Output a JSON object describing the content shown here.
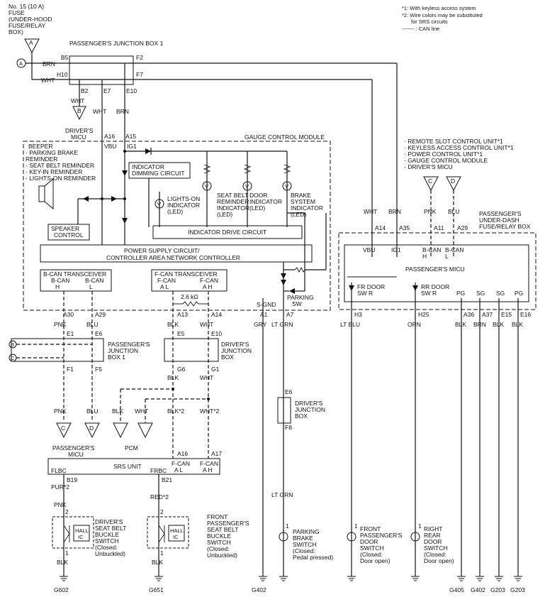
{
  "notes": {
    "n1": "*1: With keyless access system",
    "n2a": "*2: Wire colors may be substituted",
    "n2b": "for SRS circuits",
    "can": "------- : CAN line"
  },
  "fuse": {
    "l1": "No. 15 (10 A)",
    "l2": "FUSE",
    "l3": "(UNDER-HOOD",
    "l4": "FUSE/RELAY",
    "l5": "BOX)"
  },
  "connectors": {
    "A": "A",
    "B": "B",
    "C": "C",
    "D": "D"
  },
  "pjb1_top": {
    "title": "PASSENGER'S JUNCTION BOX 1",
    "b5": "B5",
    "f2": "F2",
    "h10": "H10",
    "f7": "F7",
    "b2": "B2",
    "e7": "E7",
    "e10": "E10"
  },
  "wires": {
    "brn": "BRN",
    "wht": "WHT",
    "pnk": "PNK",
    "blu": "BLU",
    "blk": "BLK",
    "gry": "GRY",
    "ltgrn": "LT GRN",
    "ltblu": "LT BLU",
    "orn": "ORN",
    "blk2": "BLK*2",
    "wht2": "WHT*2",
    "pur2": "PUR*2",
    "red2": "RED*2"
  },
  "driver_micu": {
    "l1": "DRIVER'S",
    "l2": "MICU"
  },
  "gcm": {
    "title": "GAUGE CONTROL MODULE",
    "a16": "A16",
    "vbu": "VBU",
    "a15": "A15",
    "ig1": "IG1",
    "beeper": [
      "BEEPER",
      "· PARKING BRAKE",
      "  REMINDER",
      "· SEAT BELT REMINDER",
      "· KEY-IN REMINDER",
      "· LIGHTS-ON REMINDER"
    ],
    "dimming": [
      "INDICATOR",
      "DIMMING CIRCUIT"
    ],
    "lights_on": [
      "LIGHTS-ON",
      "INDICATOR",
      "(LED)"
    ],
    "seat_belt": [
      "SEAT BELT",
      "REMINDER",
      "INDICATOR",
      "(LED)"
    ],
    "door": [
      "DOOR",
      "INDICATOR",
      "(LED)"
    ],
    "brake": [
      "BRAKE",
      "SYSTEM",
      "INDICATOR",
      "(LED)"
    ],
    "speaker": [
      "SPEAKER",
      "CONTROL"
    ],
    "drive": "INDICATOR DRIVE CIRCUIT",
    "psc1": "POWER SUPPLY CIRCUIT/",
    "psc2": "CONTROLLER AREA NETWORK CONTROLLER",
    "bcan_t": "B-CAN TRANSCEIVER",
    "bcanh": "B-CAN",
    "h": "H",
    "bcanl": "B-CAN",
    "l": "L",
    "fcan_t": "F-CAN TRANSCEIVER",
    "fcanl": "F-CAN",
    "al": "A L",
    "fcanh": "F-CAN",
    "ah": "A H",
    "res": "2.6 kΩ",
    "parking1": "PARKING",
    "parking2": "SW",
    "sgnd": "S-GND",
    "a30": "A30",
    "a29": "A29",
    "a13": "A13",
    "a14": "A14",
    "a1": "A1",
    "a7": "A7"
  },
  "right_list": [
    "· REMOTE SLOT CONTROL UNIT*1",
    "· KEYLESS ACCESS CONTROL UNIT*1",
    "· POWER CONTROL UNIT*1",
    "· GAUGE CONTROL MODULE",
    "· DRIVER'S MICU"
  ],
  "pudf": {
    "l1": "PASSENGER'S",
    "l2": "UNDER-DASH",
    "l3": "FUSE/RELAY BOX",
    "a14": "A14",
    "a35": "A35",
    "a11": "A11",
    "a29": "A29",
    "vbu": "VBU",
    "ig1": "IG1",
    "bcanh": "B-CAN",
    "h": "H",
    "bcanl": "B-CAN",
    "l": "L",
    "micu": "PASSENGER'S MICU",
    "fr1": "FR DOOR",
    "fr2": "SW R",
    "rr1": "RR DOOR",
    "rr2": "SW R",
    "pg": "PG",
    "sg": "SG",
    "h3": "H3",
    "h25": "H25",
    "a36": "A36",
    "a37": "A37",
    "e15": "E15",
    "e16": "E16"
  },
  "pjb1": {
    "l1": "PASSENGER'S",
    "l2": "JUNCTION",
    "l3": "BOX 1",
    "e1": "E1",
    "e6": "E6",
    "f1": "F1",
    "f5": "F5"
  },
  "djb": {
    "l1": "DRIVER'S",
    "l2": "JUNCTION",
    "l3": "BOX",
    "e5": "E5",
    "e10": "E10",
    "g6": "G6",
    "g1": "G1",
    "e6": "E6",
    "f8": "F8"
  },
  "pass_micu": {
    "l1": "PASSENGER'S",
    "l2": "MICU"
  },
  "pcm": "PCM",
  "srs": {
    "title": "SRS UNIT",
    "flbc": "FLBC",
    "frbc": "FRBC",
    "fcanl": "F-CAN",
    "al": "A L",
    "fcanh": "F-CAN",
    "ah": "A H",
    "a16": "A16",
    "a17": "A17",
    "b19": "B19",
    "b21": "B21"
  },
  "switches": {
    "drv_buckle": [
      "DRIVER'S",
      "SEAT BELT",
      "BUCKLE",
      "SWITCH",
      "(Closed:",
      "Unbuckled)"
    ],
    "pas_buckle": [
      "FRONT",
      "PASSENGER'S",
      "SEAT BELT",
      "BUCKLE",
      "SWITCH",
      "(Closed:",
      "Unbuckled)"
    ],
    "hall1": "HALL",
    "hall2": "IC",
    "pin2": "2",
    "pin1": "1",
    "parking": [
      "PARKING",
      "BRAKE",
      "SWITCH",
      "(Closed:",
      "Pedal pressed)"
    ],
    "front_door": [
      "FRONT",
      "PASSENGER'S",
      "DOOR",
      "SWITCH",
      "(Closed:",
      "Door open)"
    ],
    "rear_door": [
      "RIGHT",
      "REAR",
      "DOOR",
      "SWITCH",
      "(Closed:",
      "Door open)"
    ]
  },
  "grounds": {
    "g602": "G602",
    "g651": "G651",
    "g402": "G402",
    "g405": "G405",
    "g402b": "G402",
    "g203": "G203",
    "g203b": "G203"
  }
}
